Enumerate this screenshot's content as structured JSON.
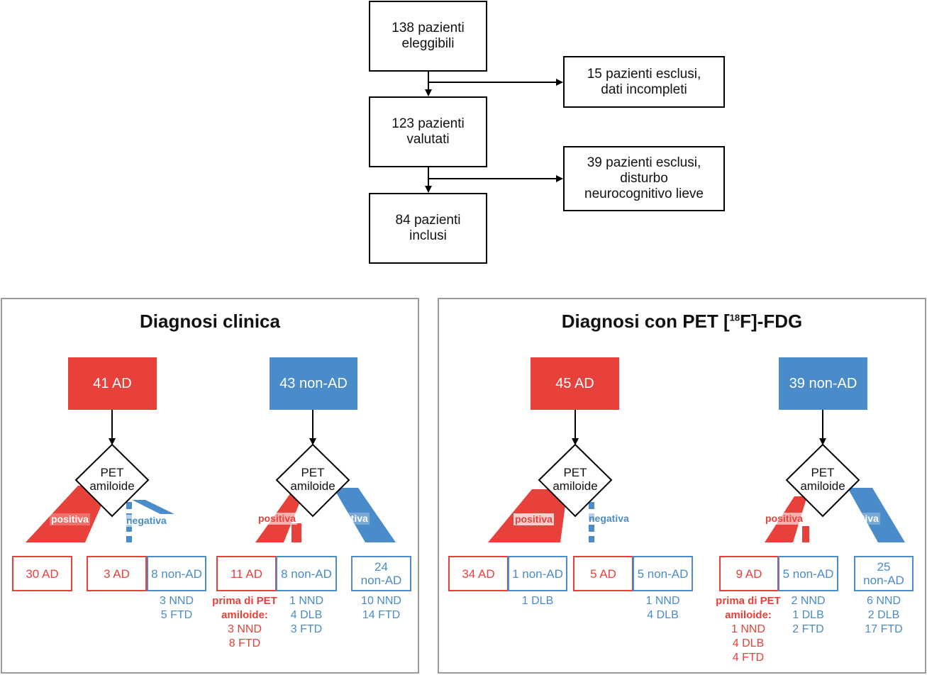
{
  "colors": {
    "ad": "#e8403a",
    "non_ad": "#4a8bc9",
    "line": "#000000",
    "frame": "#9a9a9a"
  },
  "flow": {
    "eligible": [
      "138 pazienti",
      "eleggibili"
    ],
    "excluded1": [
      "15 pazienti esclusi,",
      "dati incompleti"
    ],
    "evaluated": [
      "123 pazienti",
      "valutati"
    ],
    "excluded2": [
      "39 pazienti esclusi,",
      "disturbo",
      "neurocognitivo lieve"
    ],
    "included": [
      "84 pazienti",
      "inclusi"
    ]
  },
  "pet_label": [
    "PET",
    "amiloide"
  ],
  "positive_label": "positiva",
  "negative_label": "negativa",
  "clinical": {
    "title": "Diagnosi clinica",
    "ad_box": "41 AD",
    "nonad_box": "43 non-AD",
    "left_boxes": [
      "30 AD",
      "3 AD",
      "8 non-AD"
    ],
    "left_detail": [
      "3 NND",
      "5 FTD"
    ],
    "right_boxes": [
      "11 AD",
      "8 non-AD"
    ],
    "right_box3": [
      "24",
      "non-AD"
    ],
    "before_pet": [
      "prima di PET",
      "amiloide:",
      "3 NND",
      "8 FTD"
    ],
    "right_detail2": [
      "1 NND",
      "4 DLB",
      "3 FTD"
    ],
    "right_detail3": [
      "10 NND",
      "14 FTD"
    ]
  },
  "fdg": {
    "title_main": "Diagnosi con PET [",
    "title_sup": "18",
    "title_end": "F]-FDG",
    "ad_box": "45 AD",
    "nonad_box": "39 non-AD",
    "left_boxes": [
      "34 AD",
      "1 non-AD",
      "5 AD",
      "5 non-AD"
    ],
    "left_detail1": [
      "1 DLB"
    ],
    "left_detail2": [
      "1 NND",
      "4 DLB"
    ],
    "right_boxes": [
      "9 AD",
      "5 non-AD"
    ],
    "right_box3": [
      "25",
      "non-AD"
    ],
    "before_pet": [
      "prima di PET",
      "amiloide:",
      "1 NND",
      "4 DLB",
      "4 FTD"
    ],
    "right_detail2": [
      "2 NND",
      "1 DLB",
      "2 FTD"
    ],
    "right_detail3": [
      "6 NND",
      "2 DLB",
      "17 FTD"
    ]
  }
}
